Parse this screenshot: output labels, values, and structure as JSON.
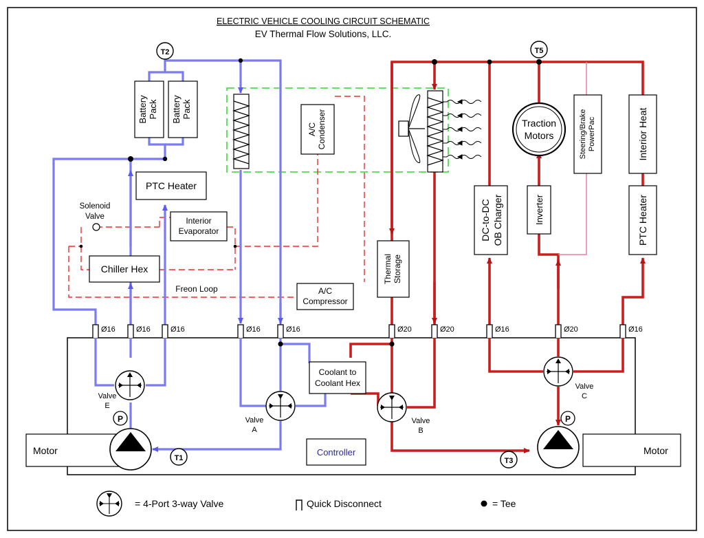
{
  "title": {
    "line1": "ELECTRIC VEHICLE COOLING CIRCUIT SCHEMATIC",
    "line2": "EV Thermal Flow Solutions, LLC."
  },
  "sensors": {
    "t1": "T1",
    "t2": "T2",
    "t3": "T3",
    "t5": "T5"
  },
  "components": {
    "battery_pack_1": [
      "Battery",
      "Pack"
    ],
    "battery_pack_2": [
      "Battery",
      "Pack"
    ],
    "ptc_heater_left": "PTC Heater",
    "solenoid_valve": [
      "Solenoid",
      "Valve"
    ],
    "interior_evaporator": [
      "Interior",
      "Evaporator"
    ],
    "chiller_hex": "Chiller Hex",
    "freon_loop": "Freon Loop",
    "ac_condenser": [
      "A/C",
      "Condenser"
    ],
    "ac_compressor": [
      "A/C",
      "Compressor"
    ],
    "thermal_storage": [
      "Thermal",
      "Storage"
    ],
    "dcdc_charger": [
      "DC-to-DC",
      "OB Charger"
    ],
    "traction_motors": [
      "Traction",
      "Motors"
    ],
    "inverter": "Inverter",
    "steering_brake": [
      "Steering/Brake",
      "PowerPac"
    ],
    "interior_heat": "Interior Heat",
    "ptc_heater_right": "PTC Heater",
    "coolant_hex": [
      "Coolant to",
      "Coolant Hex"
    ],
    "controller": "Controller",
    "motor_left": "Motor",
    "motor_right": "Motor",
    "pump_label": "P"
  },
  "valves": {
    "valve_a": [
      "Valve",
      "A"
    ],
    "valve_b": [
      "Valve",
      "B"
    ],
    "valve_c": [
      "Valve",
      "C"
    ],
    "valve_e": [
      "Valve",
      "E"
    ]
  },
  "ports": [
    "Ø16",
    "Ø16",
    "Ø16",
    "Ø16",
    "Ø16",
    "Ø20",
    "Ø20",
    "Ø16",
    "Ø20",
    "Ø16"
  ],
  "legend": {
    "valve": "= 4-Port 3-way Valve",
    "quick_disconnect": "Quick Disconnect",
    "tee": "= Tee"
  },
  "colors": {
    "low_temp_loop": "#7b7bf2",
    "high_temp_loop": "#cc1d1d",
    "freon_loop": "#e8302c",
    "air_path": "#4fdc4f",
    "steering_line": "#ef7aa3"
  }
}
